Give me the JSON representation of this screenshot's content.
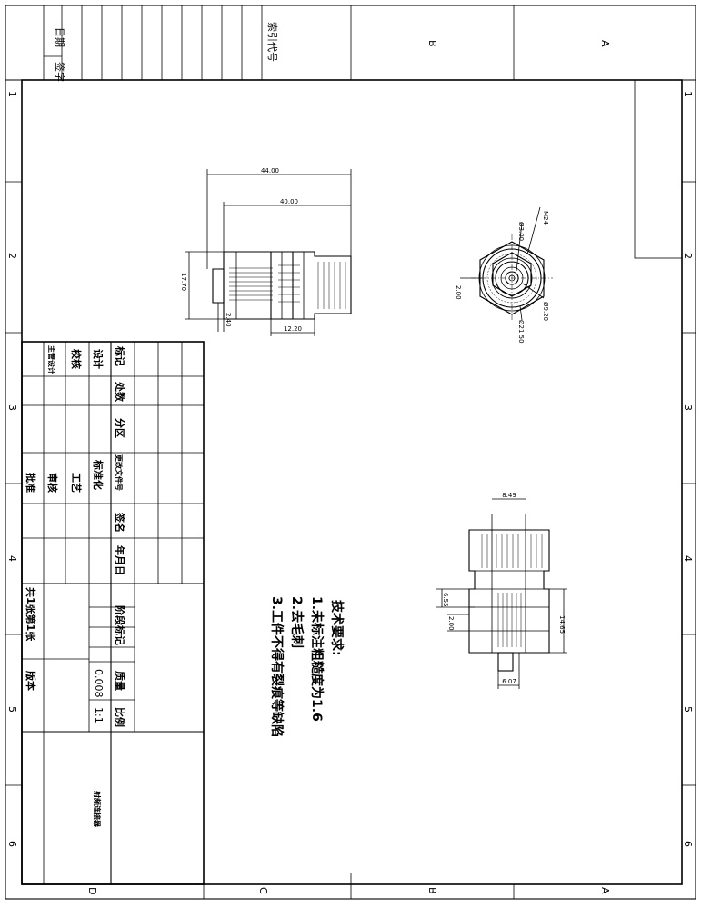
{
  "sheet": {
    "zones_top": [
      "B",
      "A"
    ],
    "zones_bottom": [
      "D",
      "C",
      "B",
      "A"
    ],
    "zones_side": [
      "1",
      "2",
      "3",
      "4",
      "5",
      "6"
    ],
    "top_left_labels": [
      "日期",
      "签字"
    ],
    "ref_code_label": "索引代号"
  },
  "dimensions": {
    "side_view": {
      "overall_length": "44.00",
      "body_length": "40.00",
      "diameter": "17.70",
      "tip": "2.40",
      "hex_length": "12.20"
    },
    "end_view": {
      "thread": "M24",
      "d_inner": "Ø3.00",
      "d_small": "2.00",
      "d_mid": "Ø9.20",
      "d_outer": "Ø21.50"
    },
    "section_view": {
      "top_width": "8.49",
      "left_step": "6.55",
      "left_small": "2.00",
      "height": "14.65",
      "bottom_width": "6.07"
    }
  },
  "notes": {
    "title": "技术要求:",
    "items": [
      "1.未标注粗糙度为1.6",
      "2.去毛刺",
      "3.工件不得有裂痕等缺陷"
    ]
  },
  "title_block": {
    "headers": [
      "标记",
      "处数",
      "分区",
      "更改文件号",
      "签名",
      "年月日"
    ],
    "roles": [
      "设计",
      "校核",
      "主管设计"
    ],
    "roles2": [
      "标准化",
      "工艺",
      "审核",
      "批准"
    ],
    "stage_label": "阶段标记",
    "weight_label": "质量",
    "weight_value": "0.008",
    "scale_label": "比例",
    "scale_value": "1:1",
    "sheet_count": "共1张第1张",
    "version_label": "版本",
    "part_name": "射频连接器"
  }
}
